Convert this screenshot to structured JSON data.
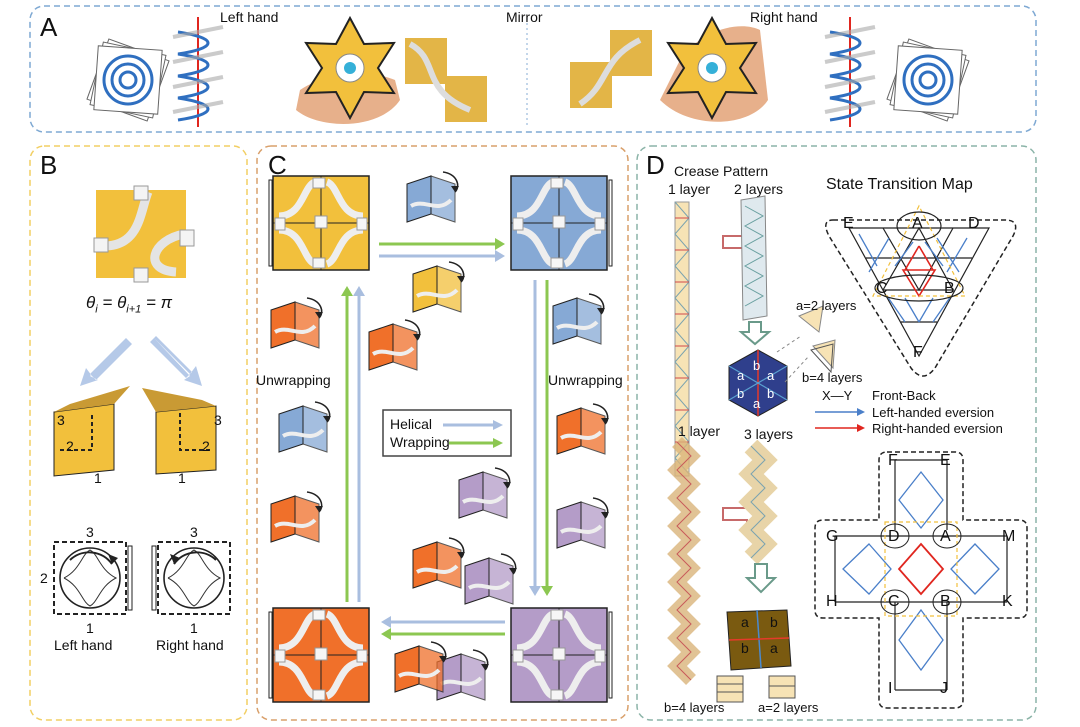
{
  "panelA": {
    "label": "A",
    "left_hand": "Left hand",
    "mirror": "Mirror",
    "right_hand": "Right hand"
  },
  "panelB": {
    "label": "B",
    "equation": "θ_i = θ_{i+1} = π",
    "eq_theta": "θ",
    "eq_i": "i",
    "eq_eq": " = ",
    "eq_i1": "i+1",
    "eq_pi": "π",
    "n1": "1",
    "n2": "2",
    "n3": "3",
    "left_hand": "Left hand",
    "right_hand": "Right hand"
  },
  "panelC": {
    "label": "C",
    "unwrapping_left": "Unwrapping",
    "unwrapping_right": "Unwrapping",
    "legend_helical": "Helical",
    "legend_wrapping": "Wrapping"
  },
  "panelD": {
    "label": "D",
    "crease_pattern": "Crease Pattern",
    "one_layer_top": "1 layer",
    "two_layers": "2 layers",
    "a_2_layers_top": "a=2 layers",
    "b_4_layers_top": "b=4 layers",
    "one_layer_bottom": "1 layer",
    "three_layers": "3 layers",
    "b_4_layers_bottom": "b=4 layers",
    "a_2_layers_bottom": "a=2 layers",
    "hex_a": "a",
    "hex_b": "b",
    "state_transition_map": "State Transition Map",
    "tri_nodes": [
      "E",
      "A",
      "D",
      "C",
      "B",
      "F"
    ],
    "sq_nodes": [
      "F",
      "E",
      "G",
      "D",
      "A",
      "M",
      "H",
      "C",
      "B",
      "K",
      "I",
      "J"
    ],
    "legend_xy": "X—Y",
    "legend_front_back": "Front-Back",
    "legend_left": "Left-handed eversion",
    "legend_right": "Right-handed eversion"
  },
  "colors": {
    "blue_border": "#7fa9d3",
    "yellow_border": "#f2cf64",
    "orange_border": "#d9a06b",
    "green_border": "#8bb4a8",
    "yellow_panel": "#f2c03c",
    "blue_panel": "#86a9d5",
    "orange_panel": "#f0702a",
    "purple_panel": "#b49cc8",
    "helical_arrow": "#a9bedf",
    "wrapping_arrow": "#8cc751",
    "left_arrow": "#4a7fc9",
    "right_arrow": "#e0261f"
  }
}
